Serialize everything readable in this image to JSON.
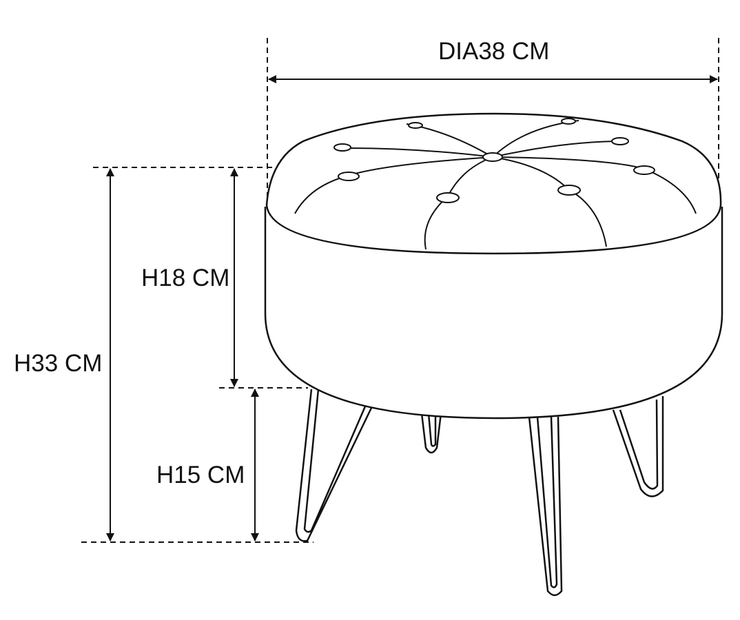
{
  "diagram": {
    "subject": "stool",
    "dimensions": {
      "diameter": "DIA38 CM",
      "total_height": "H33 CM",
      "seat_height": "H18 CM",
      "leg_height": "H15 CM"
    },
    "line_color": "#111111"
  }
}
